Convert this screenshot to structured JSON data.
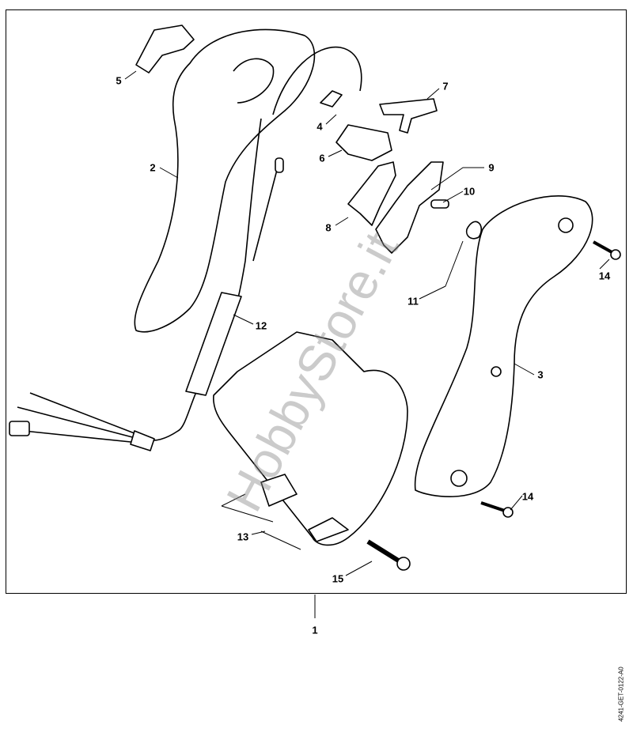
{
  "diagram": {
    "assembly_label": "1",
    "callouts": [
      "5",
      "2",
      "4",
      "7",
      "6",
      "9",
      "10",
      "8",
      "14",
      "11",
      "12",
      "3",
      "14",
      "13",
      "15"
    ],
    "drawing_code": "4241-GET-0122-A0",
    "watermark": "HobbyStore.it"
  }
}
